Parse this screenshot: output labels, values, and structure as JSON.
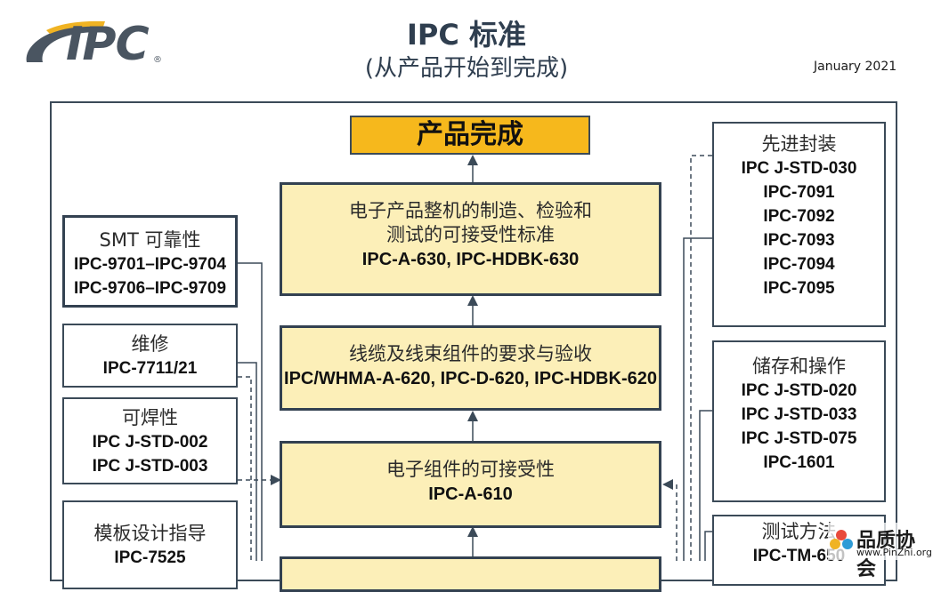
{
  "header": {
    "logo_text": "IPC",
    "logo_reg": "®",
    "title": "IPC 标准",
    "subtitle": "(从产品开始到完成)",
    "date": "January 2021"
  },
  "top": {
    "label": "产品完成"
  },
  "center": [
    {
      "caption": [
        "电子产品整机的制造、检验和",
        "测试的可接受性标准"
      ],
      "codes": [
        "IPC-A-630, IPC-HDBK-630"
      ]
    },
    {
      "caption": [
        "线缆及线束组件的要求与验收"
      ],
      "codes": [
        "IPC/WHMA-A-620, IPC-D-620, IPC-HDBK-620"
      ]
    },
    {
      "caption": [
        "电子组件的可接受性"
      ],
      "codes": [
        "IPC-A-610"
      ]
    }
  ],
  "left": [
    {
      "caption": "SMT 可靠性",
      "codes": [
        "IPC-9701–IPC-9704",
        "IPC-9706–IPC-9709"
      ]
    },
    {
      "caption": "维修",
      "codes": [
        "IPC-7711/21"
      ]
    },
    {
      "caption": "可焊性",
      "codes": [
        "IPC J-STD-002",
        "IPC J-STD-003"
      ]
    },
    {
      "caption": "模板设计指导",
      "codes": [
        "IPC-7525"
      ]
    }
  ],
  "right": [
    {
      "caption": "先进封装",
      "codes": [
        "IPC J-STD-030",
        "IPC-7091",
        "IPC-7092",
        "IPC-7093",
        "IPC-7094",
        "IPC-7095"
      ]
    },
    {
      "caption": "储存和操作",
      "codes": [
        "IPC J-STD-020",
        "IPC J-STD-033",
        "IPC J-STD-075",
        "IPC-1601"
      ]
    },
    {
      "caption": "测试方法",
      "codes": [
        "IPC-TM-650"
      ]
    }
  ],
  "watermark": {
    "text": "品质协会",
    "url": "www.PinZhi.org"
  },
  "colors": {
    "frame": "#3b4a58",
    "yellow_fill": "#fcefb8",
    "orange_fill": "#f6b81c",
    "logo_gold": "#f0b323",
    "logo_gray": "#4a5561"
  }
}
